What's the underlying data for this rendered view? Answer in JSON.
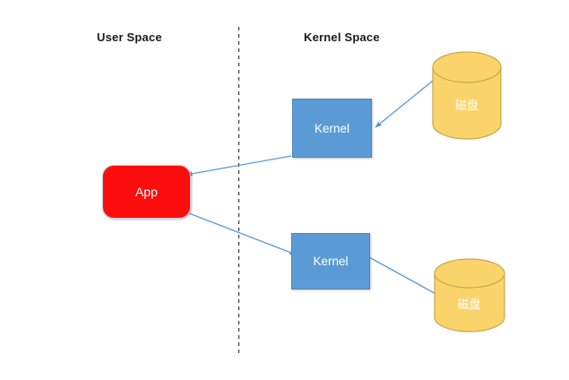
{
  "diagram": {
    "title_zones": [
      {
        "id": "user-space",
        "label": "User Space"
      },
      {
        "id": "kernel-space",
        "label": "Kernel Space"
      }
    ],
    "divider": {
      "name": "user-kernel-boundary",
      "style": "dashed-vertical",
      "color": "#3f3f3f"
    },
    "nodes": {
      "app": {
        "label": "App",
        "shape": "rounded-rect",
        "fill": "#fd0d0d",
        "text_color": "#ffffff"
      },
      "kernel_top": {
        "label": "Kernel",
        "shape": "rect",
        "fill": "#5b9bd5",
        "text_color": "#ffffff"
      },
      "kernel_bottom": {
        "label": "Kernel",
        "shape": "rect",
        "fill": "#5b9bd5",
        "text_color": "#ffffff"
      },
      "disk_top": {
        "label": "磁盘",
        "shape": "cylinder",
        "fill": "#fad46b",
        "text_color": "#ffffff"
      },
      "disk_bottom": {
        "label": "磁盘",
        "shape": "cylinder",
        "fill": "#fad46b",
        "text_color": "#ffffff"
      }
    },
    "arrows": [
      {
        "name": "arrow-disk-top-to-kernel-top",
        "from": "disk_top",
        "to": "kernel_top",
        "color": "#5b9bd5"
      },
      {
        "name": "arrow-kernel-top-to-app",
        "from": "kernel_top",
        "to": "app",
        "color": "#5b9bd5"
      },
      {
        "name": "arrow-app-to-kernel-bottom",
        "from": "app",
        "to": "kernel_bottom",
        "color": "#5b9bd5"
      },
      {
        "name": "arrow-kernel-bottom-to-disk-bottom",
        "from": "kernel_bottom",
        "to": "disk_bottom",
        "color": "#5b9bd5"
      }
    ],
    "colors": {
      "background": "#ffffff",
      "accent_blue": "#5b9bd5",
      "accent_red": "#fd0d0d",
      "accent_yellow": "#fad46b",
      "cylinder_stroke": "#c8a84a",
      "text_dark": "#1a1a1a"
    }
  }
}
